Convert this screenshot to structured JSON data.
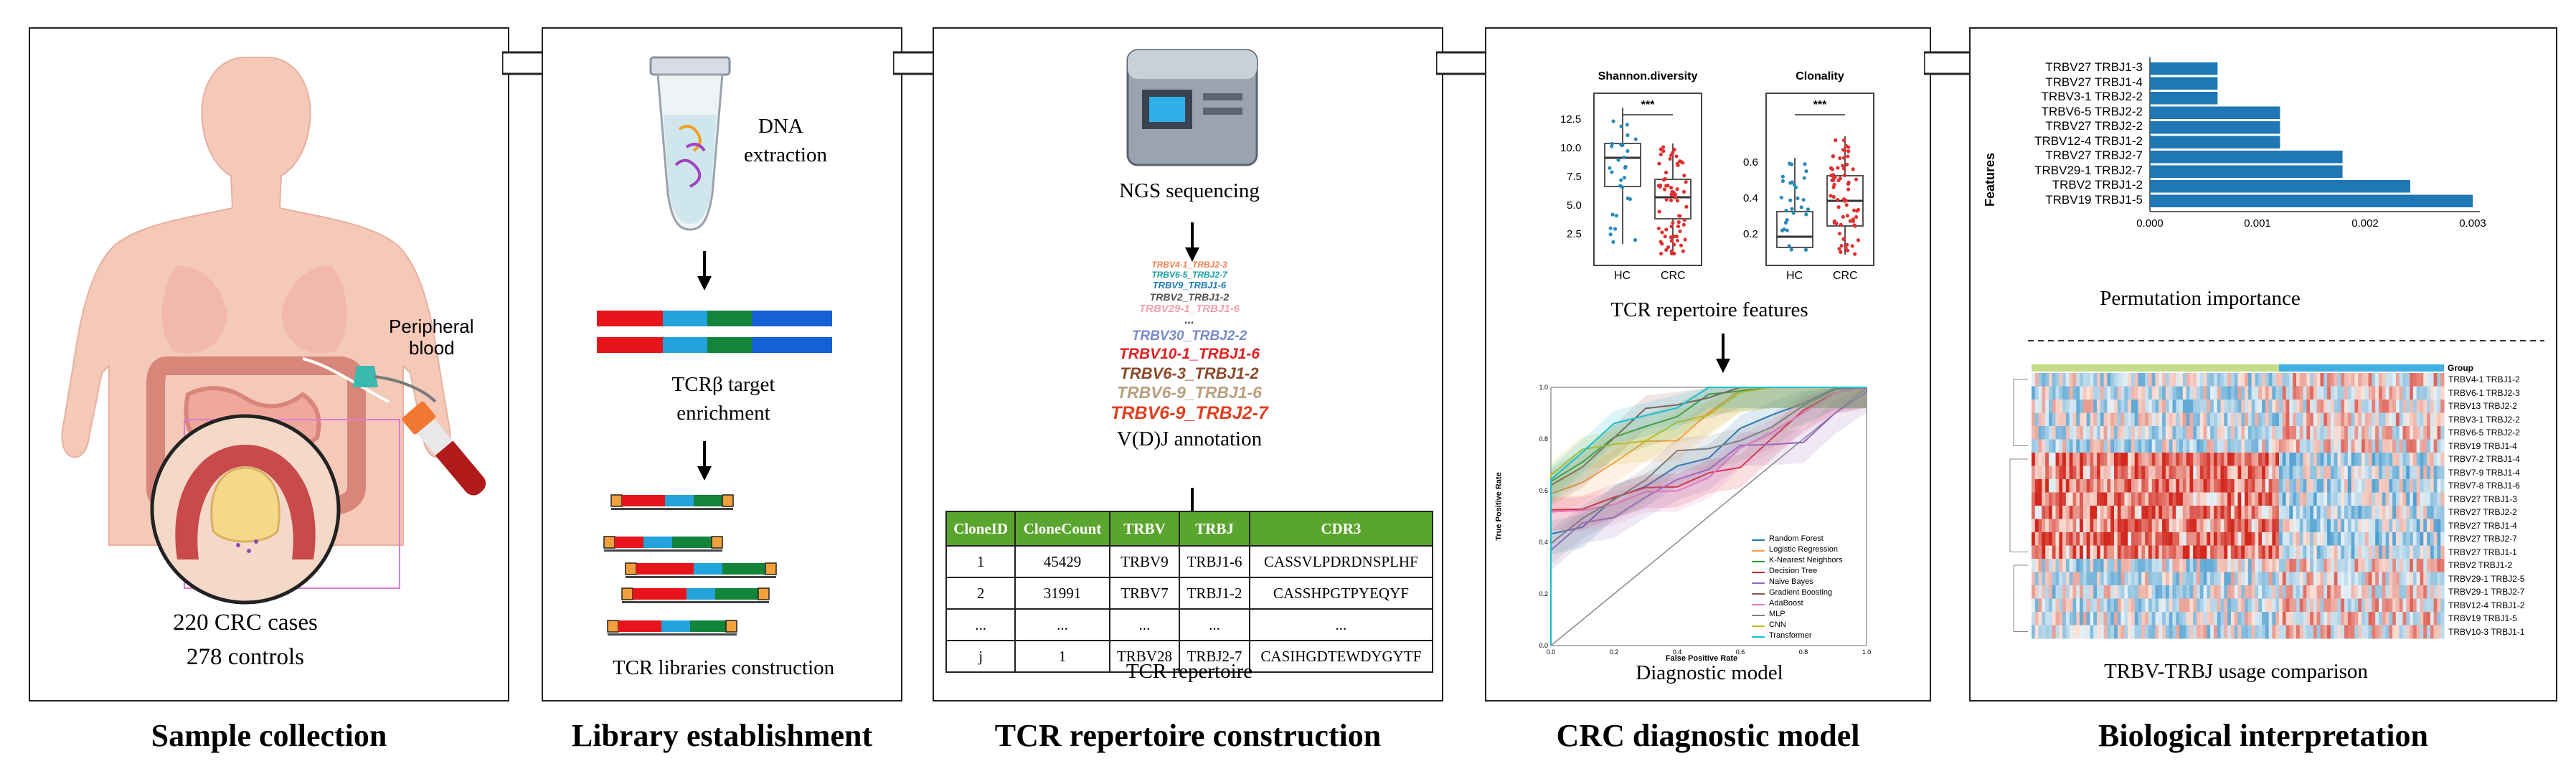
{
  "stages": [
    {
      "label": "Sample collection"
    },
    {
      "label": "Library establishment"
    },
    {
      "label": "TCR repertoire construction"
    },
    {
      "label": "CRC diagnostic model"
    },
    {
      "label": "Biological interpretation"
    }
  ],
  "sample": {
    "blood_label_1": "Peripheral",
    "blood_label_2": "blood",
    "cases": "220 CRC cases",
    "controls": "278 controls"
  },
  "library": {
    "dna_1": "DNA",
    "dna_2": "extraction",
    "enrich_1": "TCRβ target",
    "enrich_2": "enrichment",
    "construct": "TCR libraries construction",
    "colors": {
      "red": "#e8141c",
      "cyan": "#23a3dc",
      "green": "#12853a",
      "blue": "#1560d4",
      "orange": "#f2a03c"
    }
  },
  "repertoire": {
    "ngs": "NGS sequencing",
    "annotation": "V(D)J annotation",
    "caption": "TCR repertoire",
    "sequences_small": [
      {
        "text": "TRBV4-1_TRBJ2-3",
        "color": "#f08050"
      },
      {
        "text": "TRBV6-5_TRBJ2-7",
        "color": "#1aa0a0"
      },
      {
        "text": "TRBV9_TRBJ1-6",
        "color": "#1e7abf"
      },
      {
        "text": "TRBV2_TRBJ1-2",
        "color": "#555555"
      },
      {
        "text": "TRBV29-1_TRBJ1-6",
        "color": "#f0a0b0"
      }
    ],
    "ellipsis": "...",
    "sequences_large": [
      {
        "text": "TRBV30_TRBJ2-2",
        "color": "#7a8ac8"
      },
      {
        "text": "TRBV10-1_TRBJ1-6",
        "color": "#e02020"
      },
      {
        "text": "TRBV6-3_TRBJ1-2",
        "color": "#8a4a2a"
      },
      {
        "text": "TRBV6-9_TRBJ1-6",
        "color": "#b8a080"
      },
      {
        "text": "TRBV6-9_TRBJ2-7",
        "color": "#e04020"
      }
    ],
    "table": {
      "headers": [
        "CloneID",
        "CloneCount",
        "TRBV",
        "TRBJ",
        "CDR3"
      ],
      "rows": [
        [
          "1",
          "45429",
          "TRBV9",
          "TRBJ1-6",
          "CASSVLPDRDNSPLHF"
        ],
        [
          "2",
          "31991",
          "TRBV7",
          "TRBJ1-2",
          "CASSHPGTPYEQYF"
        ],
        [
          "...",
          "...",
          "...",
          "...",
          "..."
        ],
        [
          "j",
          "1",
          "TRBV28",
          "TRBJ2-7",
          "CASIHGDTEWDYGYTF"
        ]
      ]
    }
  },
  "model": {
    "boxplot_left": {
      "title": "Shannon.diversity",
      "sig": "***",
      "yticks": [
        "10.0",
        "7.5",
        "5.0",
        "2.5"
      ],
      "yticks_top": "12.5",
      "groups": [
        "HC",
        "CRC"
      ]
    },
    "boxplot_right": {
      "title": "Clonality",
      "sig": "***",
      "yticks": [
        "0.6",
        "0.4",
        "0.2"
      ],
      "groups": [
        "HC",
        "CRC"
      ]
    },
    "features_caption": "TCR repertoire features",
    "roc": {
      "xlabel": "False Positive Rate",
      "ylabel": "True Positive Rate",
      "ticks": [
        "0.0",
        "0.2",
        "0.4",
        "0.6",
        "0.8",
        "1.0"
      ],
      "legend": [
        {
          "name": "Random Forest",
          "color": "#1f77b4"
        },
        {
          "name": "Logistic Regression",
          "color": "#ff9f4a"
        },
        {
          "name": "K-Nearest Neighbors",
          "color": "#2ca02c"
        },
        {
          "name": "Decision Tree",
          "color": "#d62728"
        },
        {
          "name": "Naive Bayes",
          "color": "#9467bd"
        },
        {
          "name": "Gradient Boosting",
          "color": "#8c564b"
        },
        {
          "name": "AdaBoost",
          "color": "#e377c2"
        },
        {
          "name": "MLP",
          "color": "#7f7f7f"
        },
        {
          "name": "CNN",
          "color": "#bcbd22"
        },
        {
          "name": "Transformer",
          "color": "#17becf"
        }
      ]
    },
    "caption": "Diagnostic model"
  },
  "interpretation": {
    "bar": {
      "ylabel": "Features",
      "xlabel": "Permutation importance",
      "xticks": [
        "0.000",
        "0.001",
        "0.002",
        "0.003"
      ],
      "color": "#1f77b4"
    },
    "chart_data": {
      "type": "bar",
      "categories": [
        "TRBV27 TRBJ1-3",
        "TRBV27 TRBJ1-4",
        "TRBV3-1 TRBJ2-2",
        "TRBV6-5 TRBJ2-2",
        "TRBV27 TRBJ2-2",
        "TRBV12-4 TRBJ1-2",
        "TRBV27 TRBJ2-7",
        "TRBV29-1 TRBJ2-7",
        "TRBV2 TRBJ1-2",
        "TRBV19 TRBJ1-5"
      ],
      "values": [
        0.00065,
        0.00065,
        0.00065,
        0.00125,
        0.00125,
        0.00125,
        0.00185,
        0.00185,
        0.0025,
        0.0031
      ],
      "xlim": [
        0,
        0.0031
      ]
    },
    "heatmap": {
      "group_label": "Group",
      "rows": [
        "TRBV4-1 TRBJ1-2",
        "TRBV6-1 TRBJ2-3",
        "TRBV13 TRBJ2-2",
        "TRBV3-1 TRBJ2-2",
        "TRBV6-5 TRBJ2-2",
        "TRBV19 TRBJ1-4",
        "TRBV7-2 TRBJ1-4",
        "TRBV7-9 TRBJ1-4",
        "TRBV7-8 TRBJ1-6",
        "TRBV27 TRBJ1-3",
        "TRBV27 TRBJ2-2",
        "TRBV27 TRBJ1-4",
        "TRBV27 TRBJ2-7",
        "TRBV27 TRBJ1-1",
        "TRBV2 TRBJ1-2",
        "TRBV29-1 TRBJ2-5",
        "TRBV29-1 TRBJ2-7",
        "TRBV12-4 TRBJ1-2",
        "TRBV19 TRBJ1-5",
        "TRBV10-3 TRBJ1-1"
      ],
      "caption": "TRBV-TRBJ usage comparison",
      "group_colors": [
        "#c5dc8a",
        "#3fb0e0"
      ]
    }
  }
}
